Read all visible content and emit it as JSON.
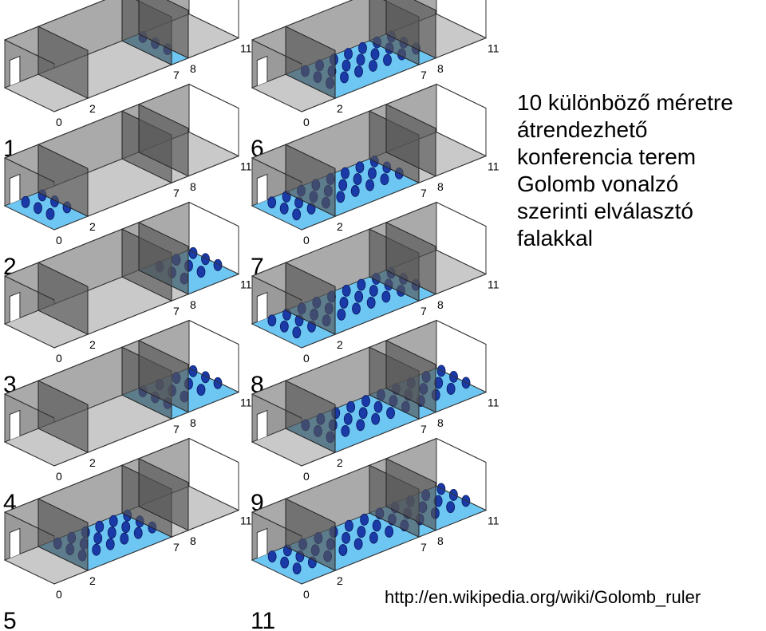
{
  "caption_lines": [
    "10 különböző méretre",
    "átrendezhető",
    "konferencia terem",
    "Golomb vonalzó",
    "szerinti elválasztó",
    "falakkal"
  ],
  "url": "http://en.wikipedia.org/wiki/Golomb_ruler",
  "mark_labels": [
    "0",
    "2",
    "7",
    "8",
    "11"
  ],
  "rooms": [
    {
      "label": "1",
      "start": 7,
      "end": 8
    },
    {
      "label": "2",
      "start": 0,
      "end": 2
    },
    {
      "label": "3",
      "start": 8,
      "end": 11
    },
    {
      "label": "4",
      "start": 7,
      "end": 11
    },
    {
      "label": "5",
      "start": 2,
      "end": 7
    },
    {
      "label": "6",
      "start": 2,
      "end": 8
    },
    {
      "label": "7",
      "start": 0,
      "end": 7
    },
    {
      "label": "8",
      "start": 0,
      "end": 8
    },
    {
      "label": "9",
      "start": 2,
      "end": 11
    },
    {
      "label": "11",
      "start": 0,
      "end": 11
    }
  ],
  "colors": {
    "floor_active": "#6ec6f2",
    "floor_idle": "#c9c9c9",
    "wall": "#aaaaaa",
    "partition": "#555555",
    "chair": "#1a3aa8",
    "edge": "#333333"
  }
}
